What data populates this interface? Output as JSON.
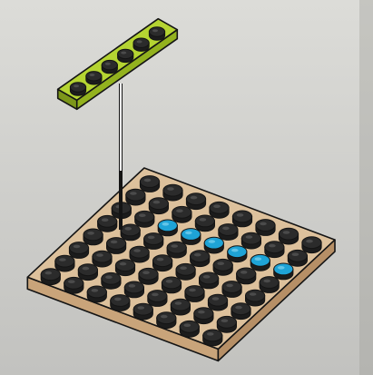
{
  "illustration": {
    "subject": "lego-assembly-step",
    "colors": {
      "background_top": "#dcdcd8",
      "background_bottom": "#c2c2bf",
      "frame_edge": "#9a9a96",
      "baseplate_top": "#ddc19c",
      "baseplate_front": "#c9a47a",
      "baseplate_side": "#b68f66",
      "stud_side": "#1c1c1c",
      "stud_top": "#2b2b2b",
      "stud_highlight": "#5a5a5a",
      "target_stud_top": "#1ea3d6",
      "target_stud_highlight": "#7fd3f0",
      "plate_top": "#b5d432",
      "plate_front": "#93b21e",
      "plate_side": "#7c961a",
      "outline": "#141414",
      "guide_line": "#ffffff"
    },
    "baseplate": {
      "rows": 8,
      "columns": 8,
      "target_row": 2,
      "target_columns": [
        2,
        3,
        4,
        5,
        6,
        7
      ]
    },
    "plate": {
      "studs": 6
    }
  }
}
